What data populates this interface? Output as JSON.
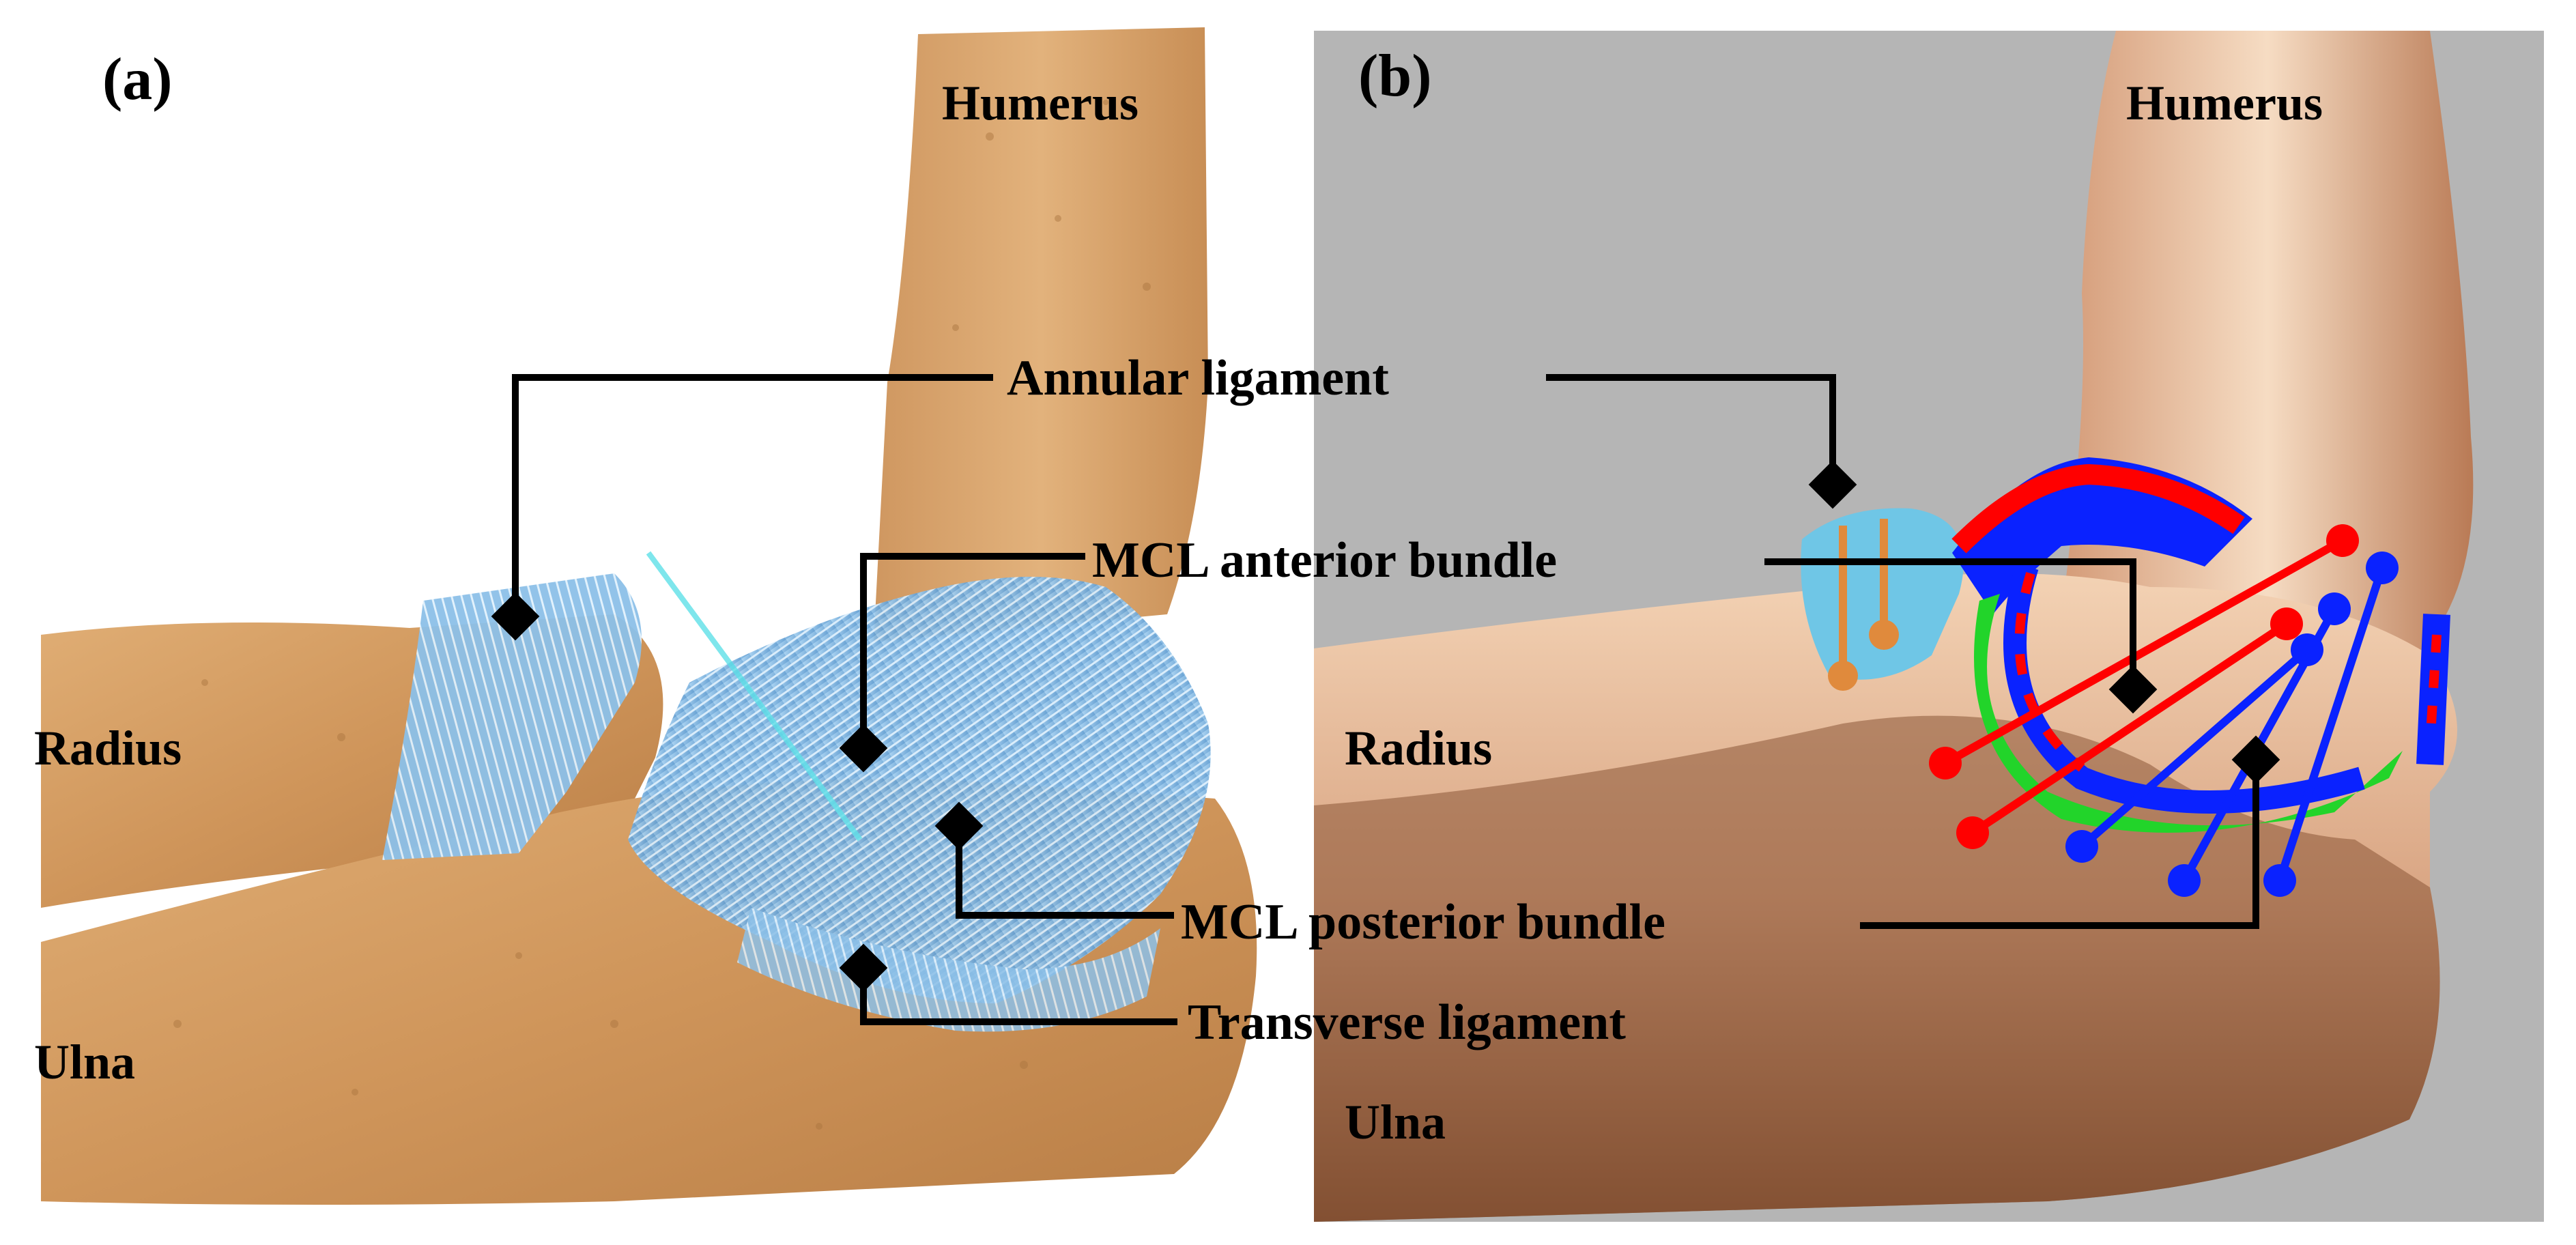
{
  "panels": [
    {
      "id": "a",
      "tag": "(a)"
    },
    {
      "id": "b",
      "tag": "(b)"
    }
  ],
  "bones": {
    "humerus": "Humerus",
    "radius": "Radius",
    "ulna": "Ulna"
  },
  "ligaments": {
    "annular": "Annular ligament",
    "mcl_anterior": "MCL anterior bundle",
    "mcl_posterior": "MCL posterior bundle",
    "transverse": "Transverse ligament"
  },
  "colors": {
    "bone_illustration": "#d19a5f",
    "ligament_blue": "#8bbfe6",
    "model_skin": "#c48765",
    "model_background": "#b5b5b5",
    "fiber_red": "#ff0000",
    "fiber_blue": "#0a22ff",
    "ring_green": "#22d42a",
    "annular_cyan": "#6fc6e6",
    "annular_fiber": "#e08a3c",
    "leader": "#000000"
  }
}
